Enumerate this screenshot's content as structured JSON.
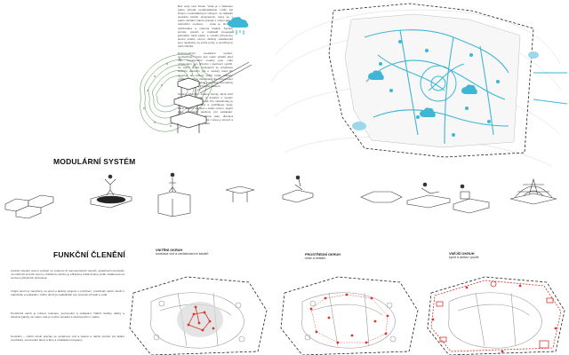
{
  "text": {
    "p1": "Bez vody není života. Voda je v zadaném parku přírodě nenahraditelná, může být živlem i nedostatkovým zdrojem. Je základní součástí celého ekosystému, který se v parku nachází. Návrh pracuje s vodou jako s ústředním motivem – voda je sbírána, zadržována a vracena krajině. Systém jezírek, potoků a mokřadů propojuje jednotlivé části parku a vytváří přirozenou kostru celého území. Aktivity návštěvníků jsou navázány na vodní prvky a umožňují je zažít zblízka.",
    "p2": "Doprovodnými modulární systém, symbolizující mimo jiné vodní období před ním. Hexagonální moduly jsou vodu vzdouvající, pro přírodní i sportovní využití. Ve všech těchto postupech se vyhýbáme složitým stavbám, jde o moduly, které lze spojovat do větších celků podle potřeby, vytvářet plochy k odpočinku, hře i pozorování okolní přírody. Moduly jsou také rozmístěny tak, aby podpořily průchod parkem.",
    "p3": "Systém přírodní i sdílené stezky, které tvoří hlavní kostru parku, je doplněn o systém menších cest a průhledů. Pro návštěvníky je připravena rozhledna a vyhlídkové body, které umožní přehled o celém území, stejně jako modulární pavilony pro setkávání. Rozhledna je navržena jako dřevěná konstrukce, která vyrůstá z koruny stromů a nabízí výhled na celý park.",
    "heading_modular": "MODULÁRNÍ SYSTÉM",
    "heading_functional": "FUNKČNÍ ČLENĚNÍ",
    "p4": "Funkční členění území vychází ze systému tří koncentrických okruhů, obdobných principům na vnitřních kruzích stromu. Každému okruhu je přiřazena určitá funkce podle vzdálenosti od centra a přírodních podmínek.",
    "p5": "Vnější okruh je zaměřený na sport a aktivity spojené s pohybem, prostřední okruh slouží k odpočinku a setkávání, vnitřní okruh je nejklidnější a je věnován přírodě a vodě.",
    "p6": "Prostřední okruh je místem relaxace, pozorování a setkávání. Nabízí lavičky, altány a dřevěné paluby na vodou, kde je možné posedět a sledovat dění v parku.",
    "p7": "Centrální – vnitřní okruh pracuje se systémem vod a zeleně a nabízí prostor pro klidné procházky, pozorování fauny a flóry a vzdělávací programy."
  },
  "captions": {
    "inner_title": "VNITŘNÍ OKRUH",
    "inner_sub": "soustava vod a zavlažovacích kanálů",
    "middle_title": "PROSTŘEDNÍ OKRUH",
    "middle_sub": "relax a setkání",
    "outer_title": "VNĚJŠÍ OKRUH",
    "outer_sub": "sport a aktivní využití"
  },
  "colors": {
    "water_blue": "#3fb6d6",
    "function_red": "#d9342b",
    "forest_green": "#3f7a3a",
    "line_grey": "#8a8a8a"
  },
  "icons": [
    "rain-cloud-icon"
  ]
}
